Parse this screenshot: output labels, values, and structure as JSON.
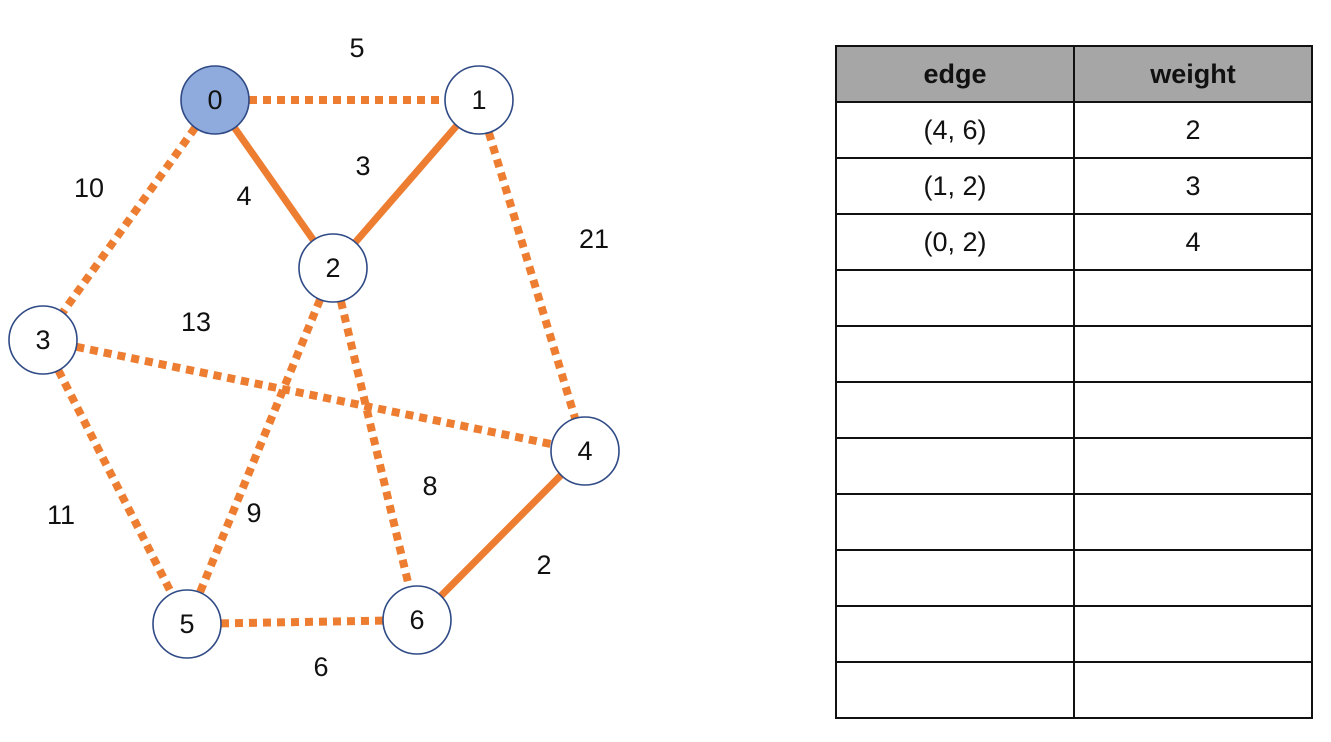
{
  "graph": {
    "colors": {
      "edge": "#ED7D31",
      "node_fill": "#FFFFFF",
      "node_stroke": "#2F4A85",
      "highlight_fill": "#8FAADC",
      "text": "#111111"
    },
    "nodes": [
      {
        "id": "0",
        "label": "0",
        "highlighted": true
      },
      {
        "id": "1",
        "label": "1",
        "highlighted": false
      },
      {
        "id": "2",
        "label": "2",
        "highlighted": false
      },
      {
        "id": "3",
        "label": "3",
        "highlighted": false
      },
      {
        "id": "4",
        "label": "4",
        "highlighted": false
      },
      {
        "id": "5",
        "label": "5",
        "highlighted": false
      },
      {
        "id": "6",
        "label": "6",
        "highlighted": false
      }
    ],
    "edges": [
      {
        "from": "0",
        "to": "1",
        "weight": "5",
        "style": "dashed"
      },
      {
        "from": "0",
        "to": "2",
        "weight": "4",
        "style": "solid"
      },
      {
        "from": "1",
        "to": "2",
        "weight": "3",
        "style": "solid"
      },
      {
        "from": "0",
        "to": "3",
        "weight": "10",
        "style": "dashed"
      },
      {
        "from": "1",
        "to": "4",
        "weight": "21",
        "style": "dashed"
      },
      {
        "from": "3",
        "to": "4",
        "weight": "13",
        "style": "dashed"
      },
      {
        "from": "2",
        "to": "5",
        "weight": "9",
        "style": "dashed"
      },
      {
        "from": "2",
        "to": "6",
        "weight": "8",
        "style": "dashed"
      },
      {
        "from": "3",
        "to": "5",
        "weight": "11",
        "style": "dashed"
      },
      {
        "from": "5",
        "to": "6",
        "weight": "6",
        "style": "dashed"
      },
      {
        "from": "6",
        "to": "4",
        "weight": "2",
        "style": "solid"
      }
    ]
  },
  "table": {
    "headers": [
      "edge",
      "weight"
    ],
    "rows": [
      [
        "(4, 6)",
        "2"
      ],
      [
        "(1, 2)",
        "3"
      ],
      [
        "(0, 2)",
        "4"
      ],
      [
        "",
        ""
      ],
      [
        "",
        ""
      ],
      [
        "",
        ""
      ],
      [
        "",
        ""
      ],
      [
        "",
        ""
      ],
      [
        "",
        ""
      ],
      [
        "",
        ""
      ],
      [
        "",
        ""
      ]
    ]
  }
}
